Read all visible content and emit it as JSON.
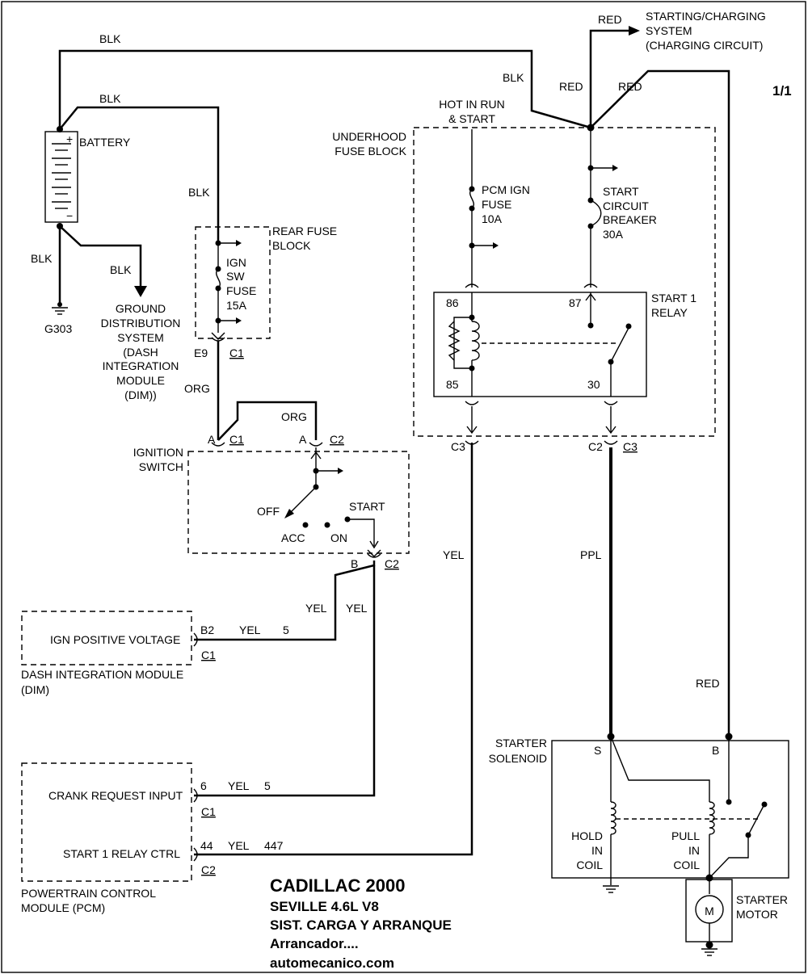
{
  "page_label": "1/1",
  "title": {
    "line1": "CADILLAC 2000",
    "line2": "SEVILLE  4.6L  V8",
    "line3": "SIST. CARGA Y ARRANQUE",
    "line4": "Arrancador....",
    "line5": "automecanico.com"
  },
  "wire_colors": {
    "blk": "BLK",
    "red": "RED",
    "org": "ORG",
    "yel": "YEL",
    "ppl": "PPL"
  },
  "battery": {
    "label": "BATTERY",
    "plus": "+",
    "minus": "−"
  },
  "ground": {
    "g303": "G303",
    "gds": [
      "GROUND",
      "DISTRIBUTION",
      "SYSTEM",
      "(DASH",
      "INTEGRATION",
      "MODULE",
      "(DIM))"
    ]
  },
  "charging": [
    "STARTING/CHARGING",
    "SYSTEM",
    "(CHARGING CIRCUIT)"
  ],
  "hot_in_run": [
    "HOT IN RUN",
    "& START"
  ],
  "underhood": [
    "UNDERHOOD",
    "FUSE BLOCK"
  ],
  "pcm_fuse": [
    "PCM IGN",
    "FUSE",
    "10A"
  ],
  "start_breaker": [
    "START",
    "CIRCUIT",
    "BREAKER",
    "30A"
  ],
  "relay": {
    "name": [
      "START 1",
      "RELAY"
    ],
    "p86": "86",
    "p85": "85",
    "p87": "87",
    "p30": "30"
  },
  "rear_fuse": {
    "name": [
      "REAR FUSE",
      "BLOCK"
    ],
    "fuse": [
      "IGN",
      "SW",
      "FUSE",
      "15A"
    ]
  },
  "connectors": {
    "e9": "E9",
    "c1": "C1",
    "c2": "C2",
    "c3": "C3",
    "a": "A",
    "b": "B",
    "b2": "B2",
    "s": "S",
    "bb": "B",
    "pin5": "5",
    "pin6": "6",
    "pin44": "44",
    "pin447": "447"
  },
  "ignition": {
    "name": [
      "IGNITION",
      "SWITCH"
    ],
    "off": "OFF",
    "acc": "ACC",
    "on": "ON",
    "start": "START"
  },
  "dim": {
    "box": "IGN POSITIVE VOLTAGE",
    "name": [
      "DASH INTEGRATION MODULE",
      "(DIM)"
    ]
  },
  "pcm": {
    "crank": "CRANK REQUEST INPUT",
    "relay_ctrl": "START 1 RELAY CTRL",
    "name": [
      "POWERTRAIN CONTROL",
      "MODULE (PCM)"
    ]
  },
  "solenoid": {
    "name": [
      "STARTER",
      "SOLENOID"
    ],
    "hold": [
      "HOLD",
      "IN",
      "COIL"
    ],
    "pull": [
      "PULL",
      "IN",
      "COIL"
    ]
  },
  "motor": {
    "name": [
      "STARTER",
      "MOTOR"
    ],
    "m": "M"
  }
}
